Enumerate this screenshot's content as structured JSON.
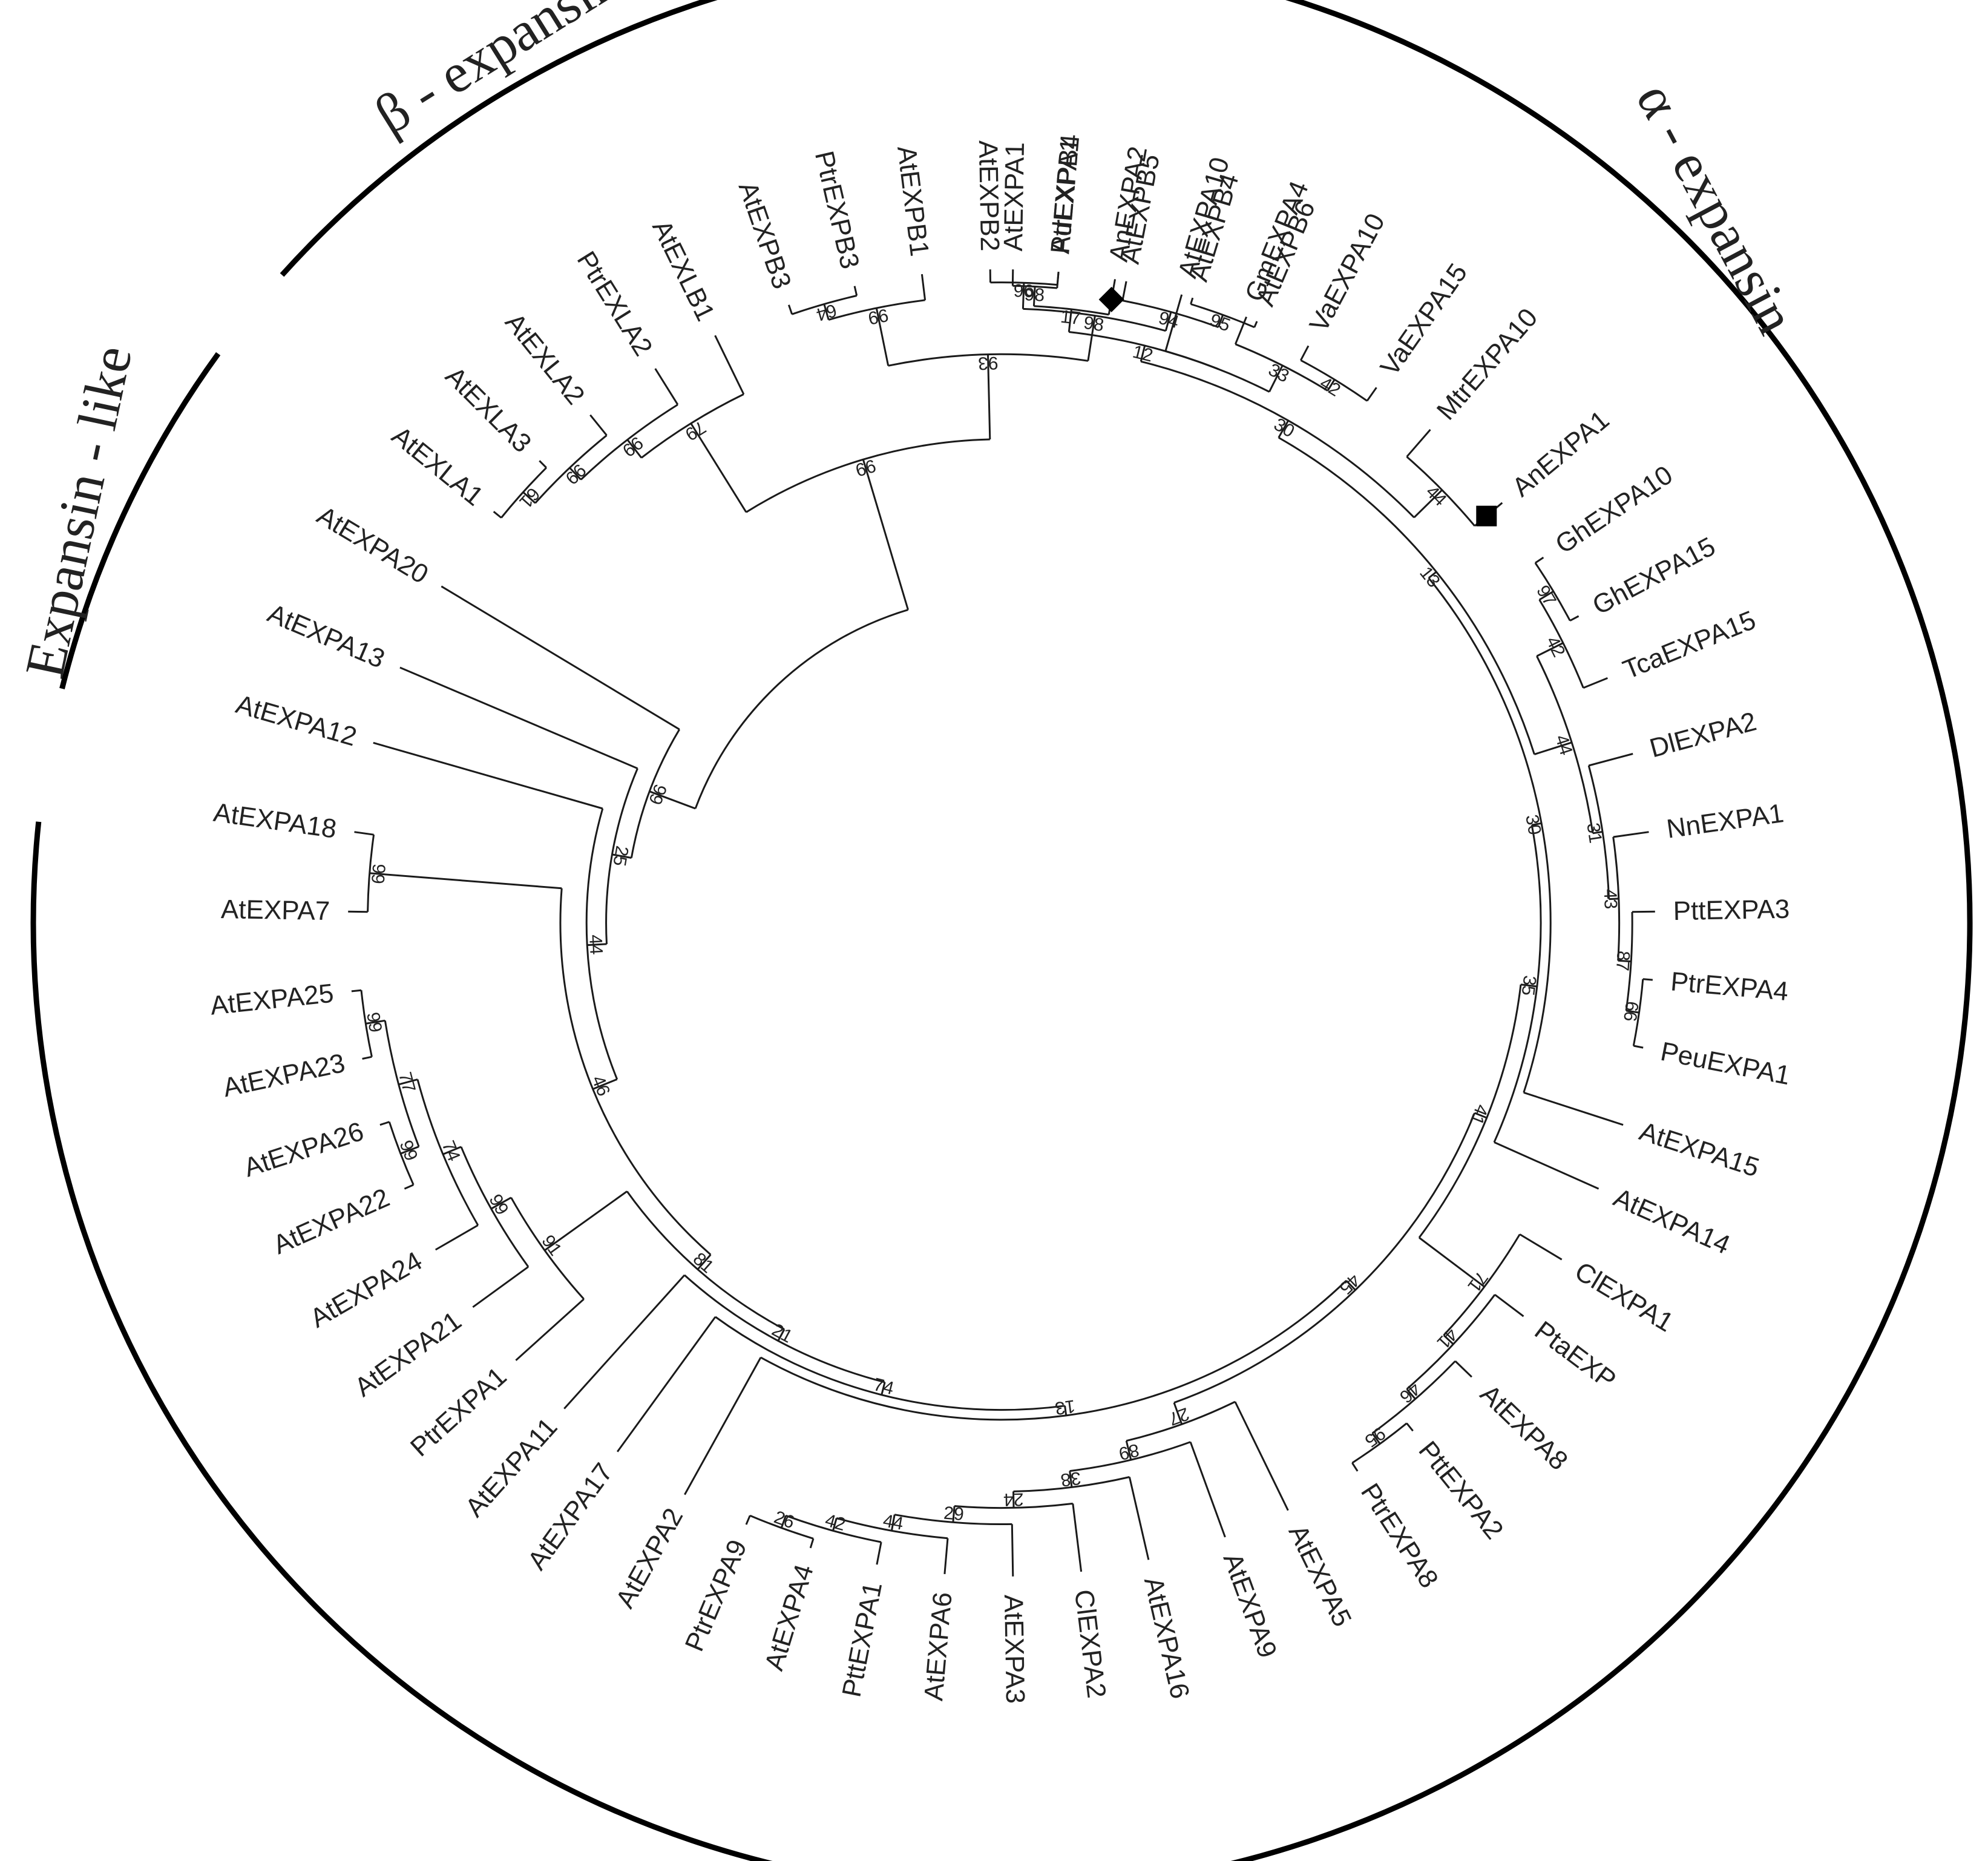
{
  "colors": {
    "line": "#1a1a1a",
    "text": "#222222",
    "marker": "#000000"
  },
  "clades": [
    {
      "key": "beta",
      "label": "β - expansin"
    },
    {
      "key": "like",
      "label": "Expansin - like"
    },
    {
      "key": "alpha",
      "label": "α - expansin"
    }
  ],
  "markers": [
    {
      "taxon": "AnEXPA2",
      "shape": "diamond"
    },
    {
      "taxon": "AnEXPA1",
      "shape": "square"
    }
  ],
  "leaves": [
    "AtEXPA1",
    "AdEXPA1",
    "AnEXPA2",
    "AtEXPA10",
    "GmEXPA4",
    "VaEXPA10",
    "VaEXPA15",
    "MtrEXPA10",
    "AnEXPA1",
    "GhEXPA10",
    "GhEXPA15",
    "TcaEXPA15",
    "DlEXPA2",
    "NnEXPA1",
    "PttEXPA3",
    "PtrEXPA4",
    "PeuEXPA1",
    "AtEXPA15",
    "AtEXPA14",
    "ClEXPA1",
    "PtaEXP",
    "AtEXPA8",
    "PttEXPA2",
    "PtrEXPA8",
    "AtEXPA5",
    "AtEXPA9",
    "AtEXPA16",
    "ClEXPA2",
    "AtEXPA3",
    "AtEXPA6",
    "PttEXPA1",
    "AtEXPA4",
    "PtrEXPA9",
    "AtEXPA2",
    "AtEXPA17",
    "AtEXPA11",
    "PtrEXPA1",
    "AtEXPA21",
    "AtEXPA24",
    "AtEXPA22",
    "AtEXPA26",
    "AtEXPA23",
    "AtEXPA25",
    "AtEXPA7",
    "AtEXPA18",
    "AtEXPA12",
    "AtEXPA13",
    "AtEXPA20",
    "AtEXLA1",
    "AtEXLA3",
    "AtEXLA2",
    "PtrEXLA2",
    "AtEXLB1",
    "AtEXPB3",
    "PtrEXPB3",
    "AtEXPB1",
    "AtEXPB2",
    "PtrEXPB4",
    "AtEXPB5",
    "AtEXPB4",
    "AtEXPB6"
  ],
  "leaf_angles_deg": [
    -89,
    -85,
    -80,
    -74,
    -68,
    -62,
    -55,
    -49,
    -40,
    -34,
    -28,
    -22,
    -15,
    -8,
    -1,
    5,
    11,
    18,
    24,
    31,
    37,
    44,
    51,
    57,
    64,
    70,
    77,
    83,
    89,
    95,
    101,
    107,
    113,
    119,
    126,
    132,
    138,
    144,
    150,
    156,
    162,
    168,
    174,
    181,
    188,
    196,
    203,
    211,
    219,
    225,
    231,
    238,
    244,
    251,
    257,
    263,
    269,
    275,
    281,
    287,
    293
  ],
  "nodes": [
    {
      "id": "n1",
      "children": [
        "AtEXPA1",
        "AdEXPA1"
      ],
      "bootstrap": "98"
    },
    {
      "id": "n2",
      "children": [
        "n1",
        "AnEXPA2"
      ],
      "bootstrap": "17"
    },
    {
      "id": "n3",
      "children": [
        "VaEXPA10",
        "VaEXPA15"
      ],
      "bootstrap": "42"
    },
    {
      "id": "n4",
      "children": [
        "GmEXPA4",
        "n3"
      ],
      "bootstrap": "33"
    },
    {
      "id": "n5",
      "children": [
        "AtEXPA10",
        "n4"
      ],
      "bootstrap": ""
    },
    {
      "id": "n6",
      "children": [
        "n2",
        "n5"
      ],
      "bootstrap": "12"
    },
    {
      "id": "n7",
      "children": [
        "MtrEXPA10",
        "AnEXPA1"
      ],
      "bootstrap": "44"
    },
    {
      "id": "n8",
      "children": [
        "n6",
        "n7"
      ],
      "bootstrap": "30"
    },
    {
      "id": "n9",
      "children": [
        "GhEXPA10",
        "GhEXPA15"
      ],
      "bootstrap": "97"
    },
    {
      "id": "n10",
      "children": [
        "n9",
        "TcaEXPA15"
      ],
      "bootstrap": "42"
    },
    {
      "id": "n11",
      "children": [
        "PtrEXPA4",
        "PeuEXPA1"
      ],
      "bootstrap": "66"
    },
    {
      "id": "n12",
      "children": [
        "PttEXPA3",
        "n11"
      ],
      "bootstrap": "87"
    },
    {
      "id": "n13",
      "children": [
        "NnEXPA1",
        "n12"
      ],
      "bootstrap": "43"
    },
    {
      "id": "n14",
      "children": [
        "DlEXPA2",
        "n13"
      ],
      "bootstrap": "31"
    },
    {
      "id": "n15",
      "children": [
        "n10",
        "n14"
      ],
      "bootstrap": "44"
    },
    {
      "id": "n16",
      "children": [
        "n8",
        "n15"
      ],
      "bootstrap": "13"
    },
    {
      "id": "n17",
      "children": [
        "n16",
        "AtEXPA15"
      ],
      "bootstrap": "30"
    },
    {
      "id": "n18",
      "children": [
        "n17",
        "AtEXPA14"
      ],
      "bootstrap": "35"
    },
    {
      "id": "n19",
      "children": [
        "PttEXPA2",
        "PtrEXPA8"
      ],
      "bootstrap": "95"
    },
    {
      "id": "n20",
      "children": [
        "AtEXPA8",
        "n19"
      ],
      "bootstrap": "46"
    },
    {
      "id": "n21",
      "children": [
        "PtaEXP",
        "n20"
      ],
      "bootstrap": "41"
    },
    {
      "id": "n22",
      "children": [
        "ClEXPA1",
        "n21"
      ],
      "bootstrap": "71"
    },
    {
      "id": "n23",
      "children": [
        "n18",
        "n22"
      ],
      "bootstrap": "41"
    },
    {
      "id": "n24",
      "children": [
        "AtEXPA4",
        "PtrEXPA9"
      ],
      "bootstrap": "26"
    },
    {
      "id": "n25",
      "children": [
        "PttEXPA1",
        "n24"
      ],
      "bootstrap": "42"
    },
    {
      "id": "n26",
      "children": [
        "AtEXPA6",
        "n25"
      ],
      "bootstrap": "44"
    },
    {
      "id": "n27",
      "children": [
        "AtEXPA3",
        "n26"
      ],
      "bootstrap": "29"
    },
    {
      "id": "n28",
      "children": [
        "ClEXPA2",
        "n27"
      ],
      "bootstrap": "24"
    },
    {
      "id": "n29",
      "children": [
        "AtEXPA16",
        "n28"
      ],
      "bootstrap": "38"
    },
    {
      "id": "n30",
      "children": [
        "AtEXPA9",
        "n29"
      ],
      "bootstrap": "89"
    },
    {
      "id": "n31",
      "children": [
        "AtEXPA5",
        "n30"
      ],
      "bootstrap": "27"
    },
    {
      "id": "n32",
      "children": [
        "n23",
        "n31"
      ],
      "bootstrap": "45"
    },
    {
      "id": "n33",
      "children": [
        "n32",
        "AtEXPA2"
      ],
      "bootstrap": "13"
    },
    {
      "id": "n34",
      "children": [
        "n33",
        "AtEXPA17"
      ],
      "bootstrap": "74"
    },
    {
      "id": "n35",
      "children": [
        "n34",
        "AtEXPA11"
      ],
      "bootstrap": "21"
    },
    {
      "id": "n36",
      "children": [
        "AtEXPA25",
        "AtEXPA23"
      ],
      "bootstrap": "99"
    },
    {
      "id": "n37",
      "children": [
        "AtEXPA26",
        "AtEXPA22"
      ],
      "bootstrap": "99"
    },
    {
      "id": "n38",
      "children": [
        "n36",
        "n37"
      ],
      "bootstrap": "77"
    },
    {
      "id": "n39",
      "children": [
        "n38",
        "AtEXPA24"
      ],
      "bootstrap": "74"
    },
    {
      "id": "n40",
      "children": [
        "n39",
        "AtEXPA21"
      ],
      "bootstrap": "99"
    },
    {
      "id": "n41",
      "children": [
        "n40",
        "PtrEXPA1"
      ],
      "bootstrap": "91"
    },
    {
      "id": "n42",
      "children": [
        "n35",
        "n41"
      ],
      "bootstrap": "81"
    },
    {
      "id": "n43",
      "children": [
        "AtEXPA18",
        "AtEXPA7"
      ],
      "bootstrap": "99"
    },
    {
      "id": "n44",
      "children": [
        "n42",
        "n43"
      ],
      "bootstrap": "46"
    },
    {
      "id": "n45",
      "children": [
        "n44",
        "AtEXPA12"
      ],
      "bootstrap": "44"
    },
    {
      "id": "n46",
      "children": [
        "n45",
        "AtEXPA13"
      ],
      "bootstrap": "25"
    },
    {
      "id": "n47",
      "children": [
        "n46",
        "AtEXPA20"
      ],
      "bootstrap": "99"
    },
    {
      "id": "n48",
      "children": [
        "AtEXLA3",
        "AtEXLA1"
      ],
      "bootstrap": "61"
    },
    {
      "id": "n49",
      "children": [
        "AtEXLA2",
        "n48"
      ],
      "bootstrap": "99"
    },
    {
      "id": "n50",
      "children": [
        "PtrEXLA2",
        "n49"
      ],
      "bootstrap": "99"
    },
    {
      "id": "n51",
      "children": [
        "AtEXLB1",
        "n50"
      ],
      "bootstrap": "79"
    },
    {
      "id": "n52",
      "children": [
        "AtEXPB3",
        "PtrEXPB3"
      ],
      "bootstrap": "64"
    },
    {
      "id": "n53",
      "children": [
        "AtEXPB1",
        "n52"
      ],
      "bootstrap": "99"
    },
    {
      "id": "n54",
      "children": [
        "AtEXPB2",
        "PtrEXPB4"
      ],
      "bootstrap": "96"
    },
    {
      "id": "n55",
      "children": [
        "AtEXPB4",
        "AtEXPB6"
      ],
      "bootstrap": "95"
    },
    {
      "id": "n56",
      "children": [
        "AtEXPB5",
        "n55"
      ],
      "bootstrap": "94"
    },
    {
      "id": "n57",
      "children": [
        "n54",
        "n56"
      ],
      "bootstrap": "98"
    },
    {
      "id": "n58",
      "children": [
        "n53",
        "n57"
      ],
      "bootstrap": "93"
    },
    {
      "id": "n59",
      "children": [
        "n51",
        "n58"
      ],
      "bootstrap": "99"
    },
    {
      "id": "root",
      "children": [
        "n47",
        "n59"
      ],
      "bootstrap": ""
    }
  ],
  "node_radius_fraction": {
    "n1": 0.975,
    "n2": 0.945,
    "n3": 0.975,
    "n4": 0.955,
    "n5": 0.91,
    "n6": 0.91,
    "n7": 0.945,
    "n8": 0.885,
    "n9": 0.985,
    "n10": 0.96,
    "n11": 0.985,
    "n12": 0.965,
    "n13": 0.945,
    "n14": 0.93,
    "n15": 0.915,
    "n16": 0.855,
    "n17": 0.84,
    "n18": 0.825,
    "n19": 0.985,
    "n20": 0.965,
    "n21": 0.945,
    "n22": 0.925,
    "n23": 0.8,
    "n24": 0.985,
    "n25": 0.965,
    "n26": 0.945,
    "n27": 0.92,
    "n28": 0.895,
    "n29": 0.87,
    "n30": 0.845,
    "n31": 0.815,
    "n32": 0.78,
    "n33": 0.76,
    "n34": 0.745,
    "n35": 0.725,
    "n36": 0.985,
    "n37": 0.985,
    "n38": 0.955,
    "n39": 0.925,
    "n40": 0.895,
    "n41": 0.86,
    "n42": 0.705,
    "n43": 0.97,
    "n44": 0.675,
    "n45": 0.635,
    "n46": 0.605,
    "n47": 0.575,
    "n48": 0.985,
    "n49": 0.96,
    "n50": 0.935,
    "n51": 0.9,
    "n52": 0.985,
    "n53": 0.96,
    "n54": 0.98,
    "n55": 0.99,
    "n56": 0.97,
    "n57": 0.94,
    "n58": 0.87,
    "n59": 0.74,
    "root": 0.5
  }
}
